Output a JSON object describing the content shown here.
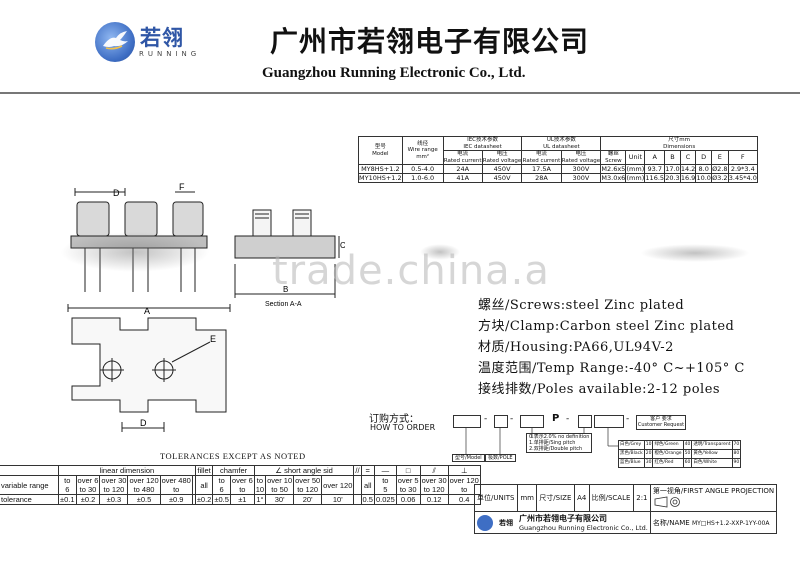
{
  "header": {
    "logo_cn": "若翎",
    "logo_en": "RUNNING",
    "company_cn": "广州市若翎电子有限公司",
    "company_en": "Guangzhou Running Electronic Co., Ltd."
  },
  "spec_table": {
    "h_model_cn": "型号",
    "h_model_en": "Model",
    "h_wire_cn": "线径",
    "h_wire_en": "Wire range",
    "h_wire_unit": "mm²",
    "h_iec_cn": "IEC技术参数",
    "h_iec_en": "IEC datasheet",
    "h_ul_cn": "UL技术参数",
    "h_ul_en": "UL datasheet",
    "h_dim_cn": "尺寸mm",
    "h_dim_en": "Dimensions",
    "h_current_cn": "电流",
    "h_current_en": "Rated current",
    "h_voltage_cn": "电压",
    "h_voltage_en": "Rated voltage",
    "h_screw_cn": "螺丝",
    "h_screw_en": "Screw",
    "h_unit": "Unit",
    "dim_cols": [
      "A",
      "B",
      "C",
      "D",
      "E",
      "F"
    ],
    "rows": [
      {
        "model": "MY8HS+1.2",
        "wire": "0.5-4.0",
        "iec_i": "24A",
        "iec_v": "450V",
        "ul_i": "17.5A",
        "ul_v": "300V",
        "screw": "M2.6x5",
        "unit": "(mm)",
        "a": "93.7",
        "b": "17.0",
        "c": "14.2",
        "d": "8.0",
        "e": "Ø2.8",
        "f": "2.9*3.4"
      },
      {
        "model": "MY10HS+1.2",
        "wire": "1.0-6.0",
        "iec_i": "41A",
        "iec_v": "450V",
        "ul_i": "28A",
        "ul_v": "300V",
        "screw": "M3.0x6",
        "unit": "(mm)",
        "a": "116.5",
        "b": "20.3",
        "c": "16.9",
        "d": "10.0",
        "e": "Ø3.2",
        "f": "3.45*4.0"
      }
    ]
  },
  "drawing": {
    "label_d": "D",
    "label_f": "F",
    "label_a": "A",
    "label_b": "B",
    "label_c": "C",
    "label_e": "E",
    "section_label": "Section A-A",
    "watermark": "trade.china.a"
  },
  "notes": [
    "螺丝/Screws:steel Zinc plated",
    "方块/Clamp:Carbon steel Zinc plated",
    "材质/Housing:PA66,UL94V-2",
    "温度范围/Temp Range:-40° C~+105° C",
    "接线排数/Poles available:2-12 poles"
  ],
  "order": {
    "title_cn": "订购方式：",
    "title_en": "HOW TO ORDER",
    "sep1": "-",
    "sep2": "-",
    "letter_p": "P",
    "sep3": "-",
    "sep4": "-",
    "model_tag": "型号/Model",
    "poles_tag": "极数/POLE",
    "customer_cn": "客户",
    "customer_en": "Customer",
    "request_cn": "要求",
    "request_en": "Request",
    "n_line1": "0.表示2.0% no definition",
    "n_line2": "1.单排距/Sing pitch",
    "n_line3": "2.双排距/Double pitch",
    "colors": [
      [
        "白色/Grey",
        "10",
        "绿色/Green",
        "40",
        "透明/Transparent",
        "70"
      ],
      [
        "黑色/Black",
        "20",
        "橙色/Orange",
        "50",
        "黄色/Yellow",
        "80"
      ],
      [
        "蓝色/Blue",
        "30",
        "红色/Red",
        "60",
        "白色/White",
        "90"
      ]
    ]
  },
  "tolerance": {
    "title": "TOLERANCES EXCEPT AS NOTED",
    "linear": "linear dimension",
    "fillet": "fillet",
    "chamfer": "chamfer",
    "short_angle": "∠ short angle sid",
    "sym_parallel": "//",
    "sym_eq": "=",
    "sym_dash": "—",
    "sym_square": "□",
    "sym_flat": "⫽",
    "sym_perp": "⊥",
    "var_range": "variable range",
    "tol_label": "tolerance",
    "ranges_linear": [
      [
        "to",
        "6"
      ],
      [
        "over 6",
        "to 30"
      ],
      [
        "over 30",
        "to 120"
      ],
      [
        "over 120",
        "to 480"
      ],
      [
        "over 480",
        "to"
      ]
    ],
    "fillet_all": "all",
    "chamfer_ranges": [
      [
        "to",
        "6"
      ],
      [
        "over 6",
        "to"
      ]
    ],
    "angle_ranges": [
      [
        "to",
        "10"
      ],
      [
        "over 10",
        "to 50"
      ],
      [
        "over 50",
        "to 120"
      ],
      [
        "over 120",
        ""
      ]
    ],
    "geo_all": "all",
    "geo_ranges": [
      [
        "to",
        "5"
      ],
      [
        "over 5",
        "to 30"
      ],
      [
        "over 30",
        "to 120"
      ],
      [
        "over 120",
        "to"
      ]
    ],
    "values_linear": [
      "±0.1",
      "±0.2",
      "±0.3",
      "±0.5",
      "±0.9"
    ],
    "value_fillet": "±0.2",
    "values_chamfer": [
      "±0.5",
      "±1"
    ],
    "values_angle": [
      "1°",
      "30'",
      "20'",
      "10'"
    ],
    "value_geo_all": "0.5",
    "values_geo": [
      "0.025",
      "0.06",
      "0.12",
      "0.4"
    ]
  },
  "title_block": {
    "units_label": "单位/UNITS",
    "units_value": "mm",
    "size_label": "尺寸/SIZE",
    "size_value": "A4",
    "scale_label": "比例/SCALE",
    "scale_value": "2:1",
    "projection": "第一视角/FIRST ANGLE PROJECTION",
    "company_cn": "广州市若翎电子有限公司",
    "company_en": "Guangzhou Running Electronic Co., Ltd.",
    "name_label": "名称/NAME",
    "name_value": "MY□HS+1.2-XXP-1YY-00A"
  }
}
